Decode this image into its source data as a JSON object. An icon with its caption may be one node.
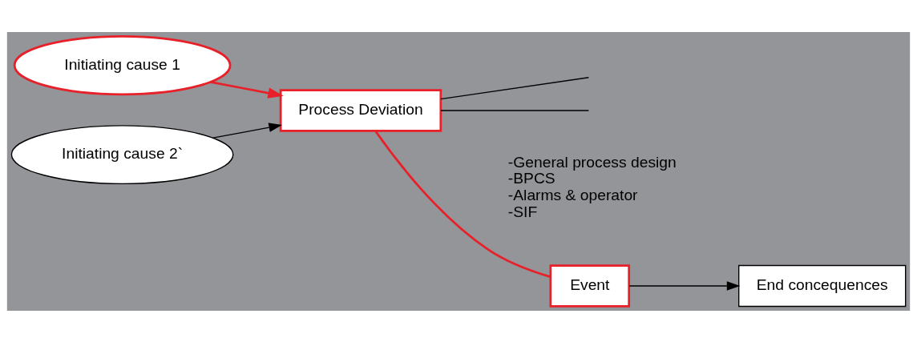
{
  "diagram": {
    "nodes": [
      {
        "text": [
          "Initiating cause 1"
        ]
      },
      {
        "text": [
          "Initiating cause 2`"
        ]
      },
      {
        "text": [
          "Process Deviation"
        ]
      },
      {
        "text": [
          "Event"
        ]
      },
      {
        "text": [
          "End concequences"
        ]
      }
    ],
    "edges": [
      {
        "from": 0,
        "to": 2,
        "arrow": "to",
        "color": "#e8202a"
      },
      {
        "from": 1,
        "to": 2,
        "arrow": "to"
      },
      {
        "from": 2,
        "to": 3,
        "arrow": "none",
        "color": "#e8202a"
      },
      {
        "from": 2,
        "to": null,
        "arrow": "none"
      },
      {
        "from": 2,
        "to": null,
        "arrow": "none"
      },
      {
        "from": 3,
        "to": 4,
        "arrow": "to"
      }
    ],
    "labels": [
      "-General process design",
      "-BPCS",
      "-Alarms & operator",
      "-SIF"
    ]
  }
}
